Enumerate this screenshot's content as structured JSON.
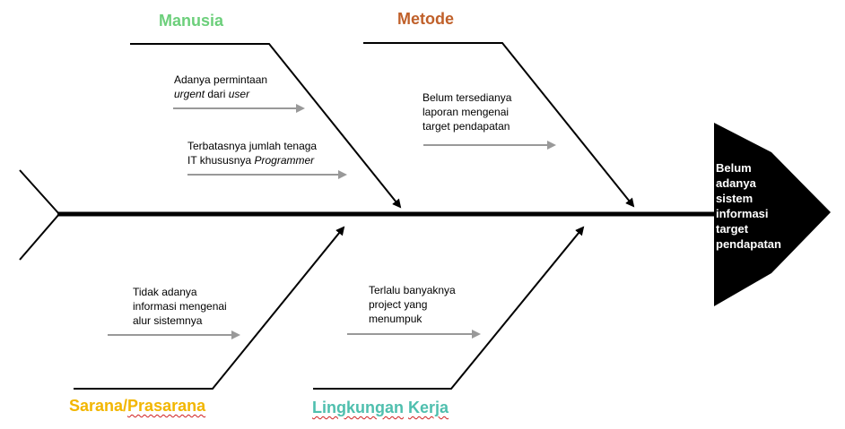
{
  "categories": {
    "manusia": {
      "label": "Manusia",
      "color": "#6ccf7b"
    },
    "metode": {
      "label": "Metode",
      "color": "#c0602a"
    },
    "sarana": {
      "label_part1": "Sarana/",
      "label_part2": "Prasarana",
      "color": "#f2b600"
    },
    "lingkungan": {
      "label_part1": "Lingkungan",
      "label_part2": " ",
      "label_part3": "Kerja",
      "color": "#4fbfae"
    }
  },
  "causes": {
    "manusia_1": {
      "line1": "Adanya permintaan",
      "line2_italic": "urgent",
      "line2_mid": " dari ",
      "line2_italic2": "user"
    },
    "manusia_2": {
      "line1": "Terbatasnya jumlah tenaga",
      "line2": "IT khususnya ",
      "line2_italic": "Programmer"
    },
    "metode_1": {
      "line1": "Belum tersedianya",
      "line2": "laporan mengenai",
      "line3": "target pendapatan"
    },
    "sarana_1": {
      "line1": "Tidak adanya",
      "line2": "informasi mengenai",
      "line3": "alur sistemnya"
    },
    "lingkungan_1": {
      "line1": "Terlalu banyaknya",
      "line2": "project yang",
      "line3": "menumpuk"
    }
  },
  "effect": {
    "lines": [
      "Belum",
      "adanya",
      "sistem",
      "informasi",
      "target",
      "pendapatan"
    ],
    "fill": "#000000",
    "text_color": "#ffffff"
  },
  "colors": {
    "spine": "#000000",
    "cause_arrow": "#999999"
  }
}
